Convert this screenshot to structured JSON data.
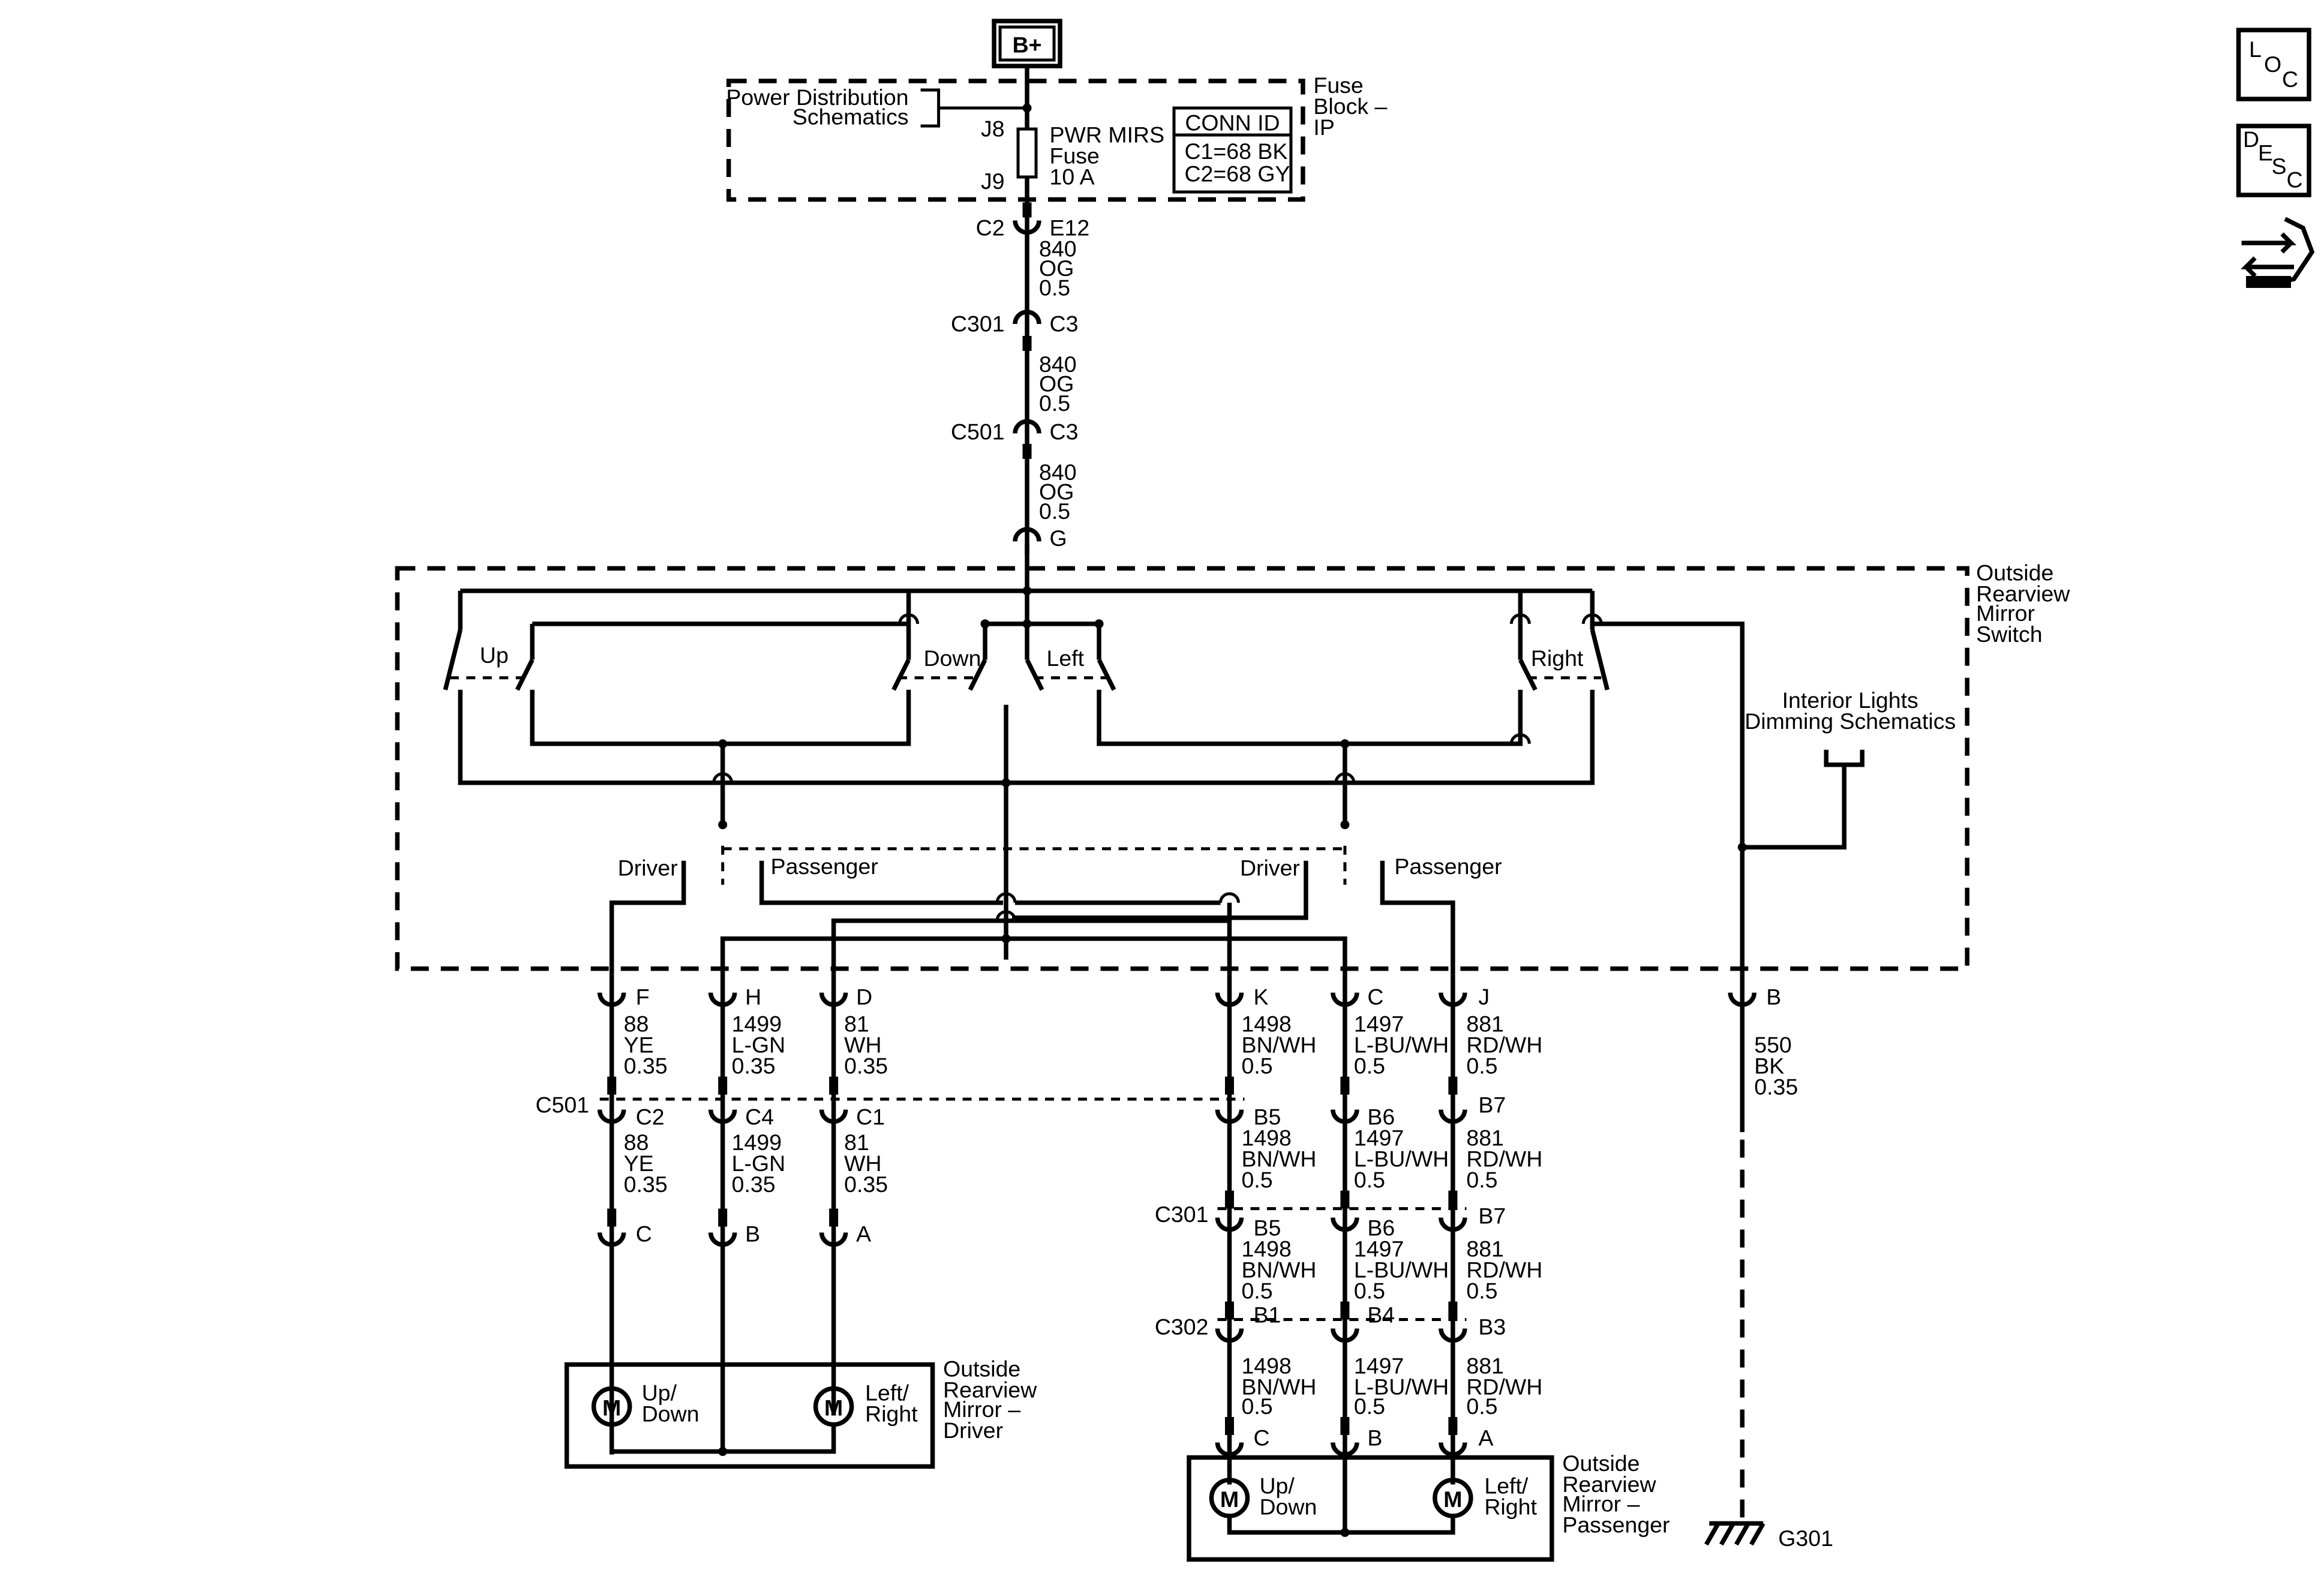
{
  "supply": {
    "label": "B+"
  },
  "fuse_block": {
    "name": [
      "Fuse",
      "Block –",
      "IP"
    ],
    "power_ref": [
      "Power Distribution",
      "Schematics"
    ],
    "pin_in": "J8",
    "pin_out": "J9",
    "fuse": [
      "PWR MIRS",
      "Fuse",
      "10 A"
    ],
    "conn_id": {
      "title": "CONN ID",
      "rows": [
        "C1=68 BK",
        "C2=68 GY"
      ]
    }
  },
  "feed_connectors": [
    {
      "left": "C2",
      "right": "E12"
    },
    {
      "left": "C301",
      "right": "C3"
    },
    {
      "left": "C501",
      "right": "C3"
    },
    {
      "left": "",
      "right": "G"
    }
  ],
  "feed_wires": [
    [
      "840",
      "OG",
      "0.5"
    ],
    [
      "840",
      "OG",
      "0.5"
    ],
    [
      "840",
      "OG",
      "0.5"
    ]
  ],
  "switch": {
    "name": [
      "Outside",
      "Rearview",
      "Mirror",
      "Switch"
    ],
    "directions": [
      "Up",
      "Down",
      "Left",
      "Right"
    ],
    "selector_driver": "Driver",
    "selector_passenger": "Passenger",
    "dimming_ref": [
      "Interior Lights",
      "Dimming Schematics"
    ]
  },
  "switch_pins": [
    "F",
    "H",
    "D",
    "K",
    "C",
    "J",
    "B"
  ],
  "driver_wires": [
    [
      "88",
      "YE",
      "0.35"
    ],
    [
      "1499",
      "L-GN",
      "0.35"
    ],
    [
      "81",
      "WH",
      "0.35"
    ]
  ],
  "passenger_wires": [
    [
      "1498",
      "BN/WH",
      "0.5"
    ],
    [
      "1497",
      "L-BU/WH",
      "0.5"
    ],
    [
      "881",
      "RD/WH",
      "0.5"
    ]
  ],
  "ground_wire": [
    "550",
    "BK",
    "0.35"
  ],
  "c501": {
    "name": "C501",
    "pins": [
      "C2",
      "C4",
      "C1"
    ]
  },
  "pass_conn_b": {
    "pins": [
      "B5",
      "B6",
      "B7"
    ]
  },
  "c301": {
    "name": "C301",
    "pins": [
      "B5",
      "B6",
      "B7"
    ]
  },
  "c302": {
    "name": "C302",
    "pins": [
      "B1",
      "B4",
      "B3"
    ]
  },
  "driver_mirror": {
    "name": [
      "Outside",
      "Rearview",
      "Mirror –",
      "Driver"
    ],
    "pins": [
      "C",
      "B",
      "A"
    ],
    "motor_symbol": "M",
    "motor1": [
      "Up/",
      "Down"
    ],
    "motor2": [
      "Left/",
      "Right"
    ]
  },
  "passenger_mirror": {
    "name": [
      "Outside",
      "Rearview",
      "Mirror –",
      "Passenger"
    ],
    "pins": [
      "C",
      "B",
      "A"
    ],
    "motor_symbol": "M",
    "motor1": [
      "Up/",
      "Down"
    ],
    "motor2": [
      "Left/",
      "Right"
    ]
  },
  "ground": {
    "label": "G301"
  },
  "side_icons": {
    "loc": [
      "L",
      "O",
      "C"
    ],
    "desc": [
      "D",
      "E",
      "S",
      "C"
    ],
    "icons": [
      "loc-icon",
      "desc-icon",
      "connector-arrows-icon"
    ]
  }
}
